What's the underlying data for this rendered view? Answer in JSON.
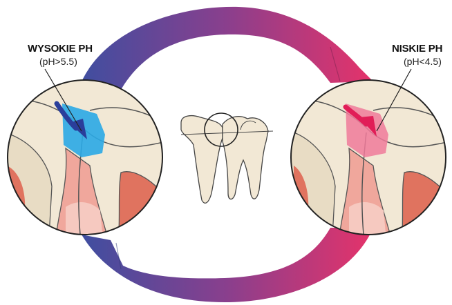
{
  "left_label": {
    "title": "WYSOKIE PH",
    "subtitle": "(pH>5.5)"
  },
  "right_label": {
    "title": "NISKIE PH",
    "subtitle": "(pH<4.5)"
  },
  "colors": {
    "cycle_blue": "#3f4ea0",
    "cycle_purple": "#8a3f8d",
    "cycle_pink": "#e5336a",
    "enamel": "#f2e8d5",
    "gum_pink": "#f0a79c",
    "pulp_red": "#e0735f",
    "high_ph_zone": "#2aa8e6",
    "high_ph_arrow": "#2a3e9b",
    "low_ph_zone": "#f07a9a",
    "low_ph_arrow": "#e11d57"
  },
  "icons": {
    "left_arrow": "blue-arrow-icon",
    "right_arrow": "pink-arrow-icon",
    "center": "two-teeth-icon"
  }
}
